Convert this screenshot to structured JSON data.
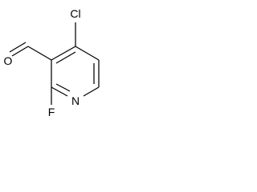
{
  "molecule": {
    "atoms": {
      "chlorine": "Cl",
      "oxygen": "O",
      "nitrogen": "N",
      "fluorine": "F"
    },
    "colors": {
      "bond": "#000000",
      "label": "#000000",
      "background": "#ffffff"
    }
  }
}
